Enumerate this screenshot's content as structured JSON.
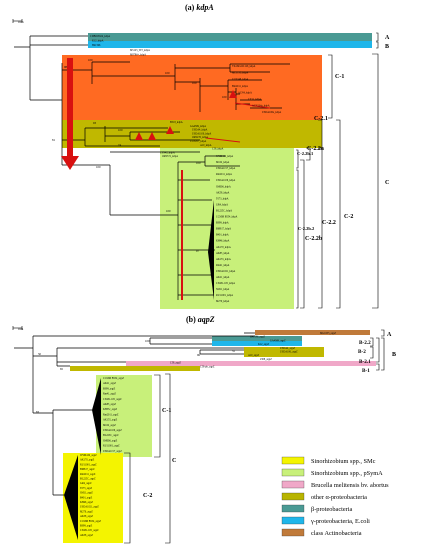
{
  "panel_a": {
    "title_prefix": "(a)",
    "title_gene": "kdpA",
    "scale": "0.05",
    "clade_groups": [
      "A",
      "B",
      "C",
      "C-1",
      "C-2",
      "C-2.1",
      "C-2.2",
      "C-2.2a",
      "C-2.2b",
      "C-2.2b.1",
      "C-2.2b.2"
    ],
    "top_leaves": [
      "CDB025624_kdpA",
      "K12_kdpA",
      "H41596",
      "M5125_WT_kdpA",
      "M8786+_kdpA"
    ],
    "orange_leaves": [
      "YK1Mx201126_kdpA",
      "MC1135_kdpA",
      "CCN146_kdpA",
      "Bm2011_kdpA",
      "ACN4_kdpA",
      "CY11_kdpA",
      "ACN134a_kdpA",
      "USDA106a_kdpA"
    ],
    "olive_leaves": [
      "B518_kdpA",
      "GA4369_kdpA",
      "USDA4_kdpA",
      "USDA1100_kdpA",
      "ORS276_kdpA",
      "CCN257_kdpA",
      "A10_kdpA",
      "C58_kdpA",
      "CFN42_kdpA",
      "ORS572_kdpA"
    ],
    "green_leaves": [
      "WSM419_kdpA",
      "M162_kdpA",
      "USDA1157_kdpA",
      "Rm2011_kdpA",
      "USDA1106_kdpA",
      "SM006_kdpA",
      "AK58_kdpA",
      "T073_kdpA",
      "GR4_kdpA",
      "BL225C_kdpA",
      "CCMM B554_kdpA",
      "B399_kdpA",
      "BM817_kdpA",
      "B401_kdpA",
      "KH46_kdpA",
      "AK170_kdpA",
      "AK83_kdpA",
      "AK155_kdpA",
      "Rm41_kdpA",
      "USDA1021_kdpA",
      "AK21_kdpA",
      "CXM1-105_kdpA",
      "SM11_kdpA",
      "RU11001_kdpA",
      "M270_kdpA"
    ],
    "bootstrap": [
      "100",
      "100",
      "98",
      "100",
      "100",
      "81",
      "93",
      "100",
      "74",
      "100",
      "100",
      "100",
      "97"
    ]
  },
  "panel_b": {
    "title_prefix": "(b)",
    "title_gene": "aqpZ",
    "scale": "0.01",
    "clade_groups": [
      "A",
      "B",
      "B-1",
      "B-2",
      "B-2.1",
      "B-2.2",
      "C",
      "C-1",
      "C-2"
    ],
    "top_leaves": [
      "MG1655_aqpZ",
      "H41596_aqpZ",
      "GA4369_aqpZ",
      "K12_aqpZ",
      "USDA4_aqpZ",
      "USDA106_aqpZ",
      "A10_aqpZ",
      "2308_aqpZ",
      "C58_aqpZ",
      "C58-pb_aqpZ"
    ],
    "green_leaves": [
      "CCMM B554_aqpZ",
      "AK21_aqpZ",
      "B399_aqpZ",
      "Rm41_aqpZ",
      "CXM1-105_aqpZ",
      "AK83_aqpZ",
      "KH35c_aqpZ",
      "Rm2011_aqpZ",
      "AK155_aqpZ",
      "M162_aqpZ",
      "USDA1106_aqpZ",
      "BL225C_aqpZ",
      "SM006_aqpZ",
      "RU11001_aqpZ",
      "USDA1157_aqpZ"
    ],
    "yellow_leaves": [
      "WSM419_aqpZ",
      "AK170_aqpZ",
      "RU11001_aqpZ",
      "BM817_aqpZ",
      "Rm2011_aqpZ",
      "BL225C_aqpZ",
      "GR4_aqpZ",
      "T073_aqpZ",
      "SM11_aqpZ",
      "B401_aqpZ",
      "KH46_aqpZ",
      "USDA1021_aqpZ",
      "M270_aqpZ",
      "AK58_aqpZ",
      "CCMM B554_aqpZ",
      "B399_aqpZ",
      "CXM1-105_aqpZ",
      "AK58_aqpZ"
    ],
    "bootstrap": [
      "50",
      "100",
      "55",
      "96",
      "65",
      "83",
      "94"
    ]
  },
  "legend": [
    {
      "label": "Sinorhizobium spp., SMc",
      "color": "#f4f400"
    },
    {
      "label": "Sinorhizobium spp., pSymA",
      "color": "#c8f07a"
    },
    {
      "label": "Brucella melitensis bv. abortus",
      "color": "#f0a8c8"
    },
    {
      "label": "other α-proteobacteria",
      "color": "#b8b400"
    },
    {
      "label": "β-proteobacteria",
      "color": "#4a9a94"
    },
    {
      "label": "γ-proteobacteria, E.coli",
      "color": "#1fb6ea"
    },
    {
      "label": "class Actinobacteria",
      "color": "#c07a3a"
    }
  ],
  "colors": {
    "orange": "#ff6a22",
    "olive": "#c0b800",
    "green": "#c8f07a",
    "yellow": "#f4f400",
    "teal": "#4a9a94",
    "cyan": "#1fb6ea",
    "pink": "#f0a8c8",
    "brown": "#c07a3a",
    "arrow": "#d81010"
  }
}
